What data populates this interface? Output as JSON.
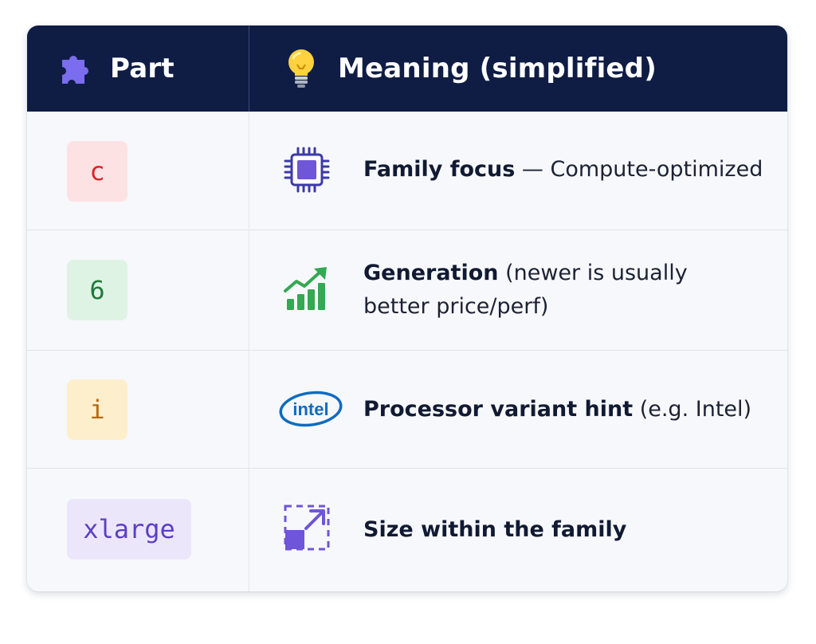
{
  "header": {
    "part_label": "Part",
    "meaning_label": "Meaning (simplified)",
    "part_icon": "puzzle-piece-icon",
    "meaning_icon": "lightbulb-icon",
    "background": "#0f1d45"
  },
  "rows": [
    {
      "part": "c",
      "badge_bg": "#fde2e3",
      "badge_color": "#d8262c",
      "icon": "cpu-chip-icon",
      "meaning_bold": "Family focus",
      "meaning_rest": " — Compute-optimized"
    },
    {
      "part": "6",
      "badge_bg": "#dff3e4",
      "badge_color": "#1f7a3a",
      "icon": "growth-chart-icon",
      "meaning_bold": "Generation",
      "meaning_rest": " (newer is usually better price/perf)"
    },
    {
      "part": "i",
      "badge_bg": "#fdefcc",
      "badge_color": "#b8680e",
      "icon": "intel-logo-icon",
      "intel_logo_text": "intel",
      "meaning_bold": "Processor variant hint",
      "meaning_rest": " (e.g. Intel)"
    },
    {
      "part": "xlarge",
      "badge_bg": "#ece6fb",
      "badge_color": "#5b3fc4",
      "icon": "resize-expand-icon",
      "meaning_bold": "Size within the family",
      "meaning_rest": ""
    }
  ]
}
